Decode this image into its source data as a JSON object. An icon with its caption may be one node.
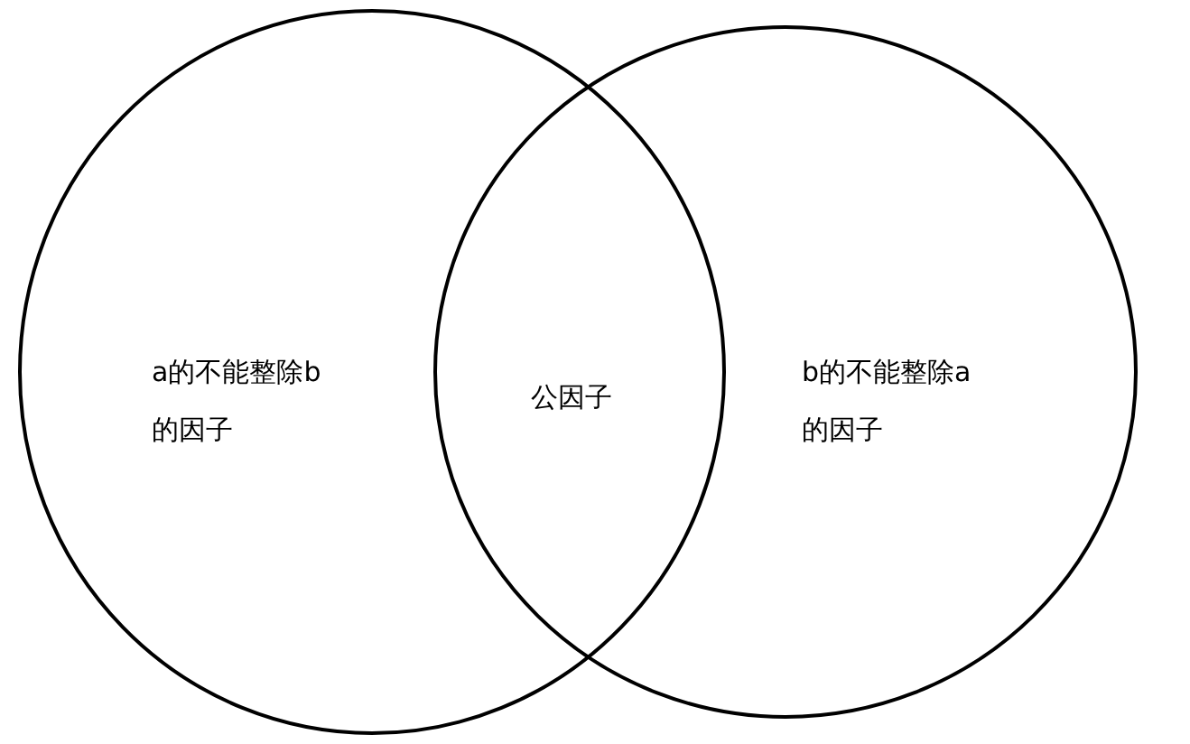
{
  "diagram": {
    "nodes": [
      {
        "text": [
          "a的不能整除b的因子"
        ]
      },
      {
        "text": [
          "b的不能整除a的因子"
        ]
      }
    ],
    "labels": [
      "公因子"
    ]
  }
}
